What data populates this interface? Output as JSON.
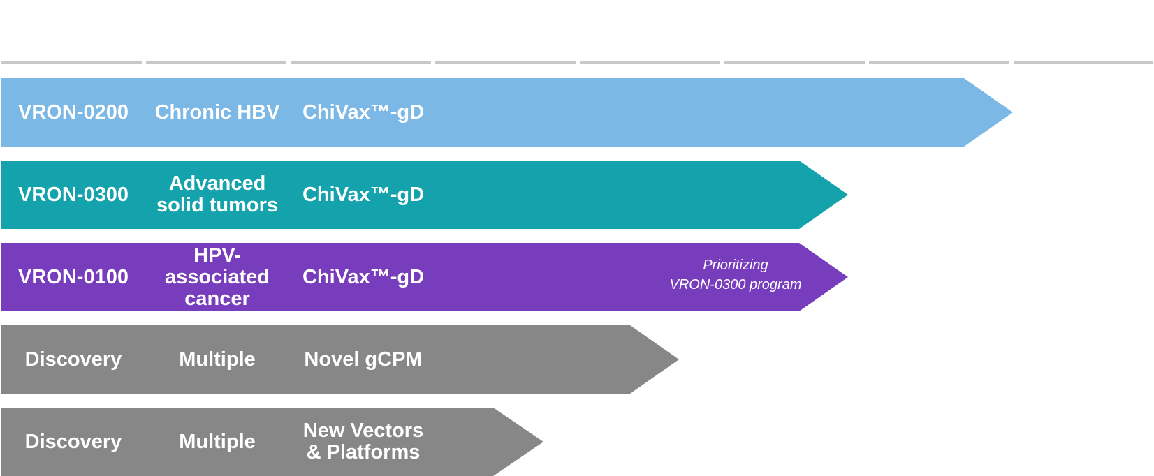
{
  "colors": {
    "header_line": "#c8c8c8",
    "blue": "#7cb8e6",
    "teal": "#14a3ad",
    "purple": "#773dbd",
    "gray": "#878787",
    "text": "#ffffff"
  },
  "programs": [
    {
      "program": "VRON-0200",
      "indication": "Chronic HBV",
      "platform": "ChiVax™-gD",
      "note": "",
      "color": "#7cb8e6"
    },
    {
      "program": "VRON-0300",
      "indication": "Advanced\nsolid tumors",
      "platform": "ChiVax™-gD",
      "note": "",
      "color": "#14a3ad"
    },
    {
      "program": "VRON-0100",
      "indication": "HPV-\nassociated\ncancer",
      "platform": "ChiVax™-gD",
      "note": "Prioritizing\nVRON-0300 program",
      "color": "#773dbd"
    },
    {
      "program": "Discovery",
      "indication": "Multiple",
      "platform": "Novel gCPM",
      "note": "",
      "color": "#878787"
    },
    {
      "program": "Discovery",
      "indication": "Multiple",
      "platform": "New Vectors\n& Platforms",
      "note": "",
      "color": "#878787"
    }
  ]
}
